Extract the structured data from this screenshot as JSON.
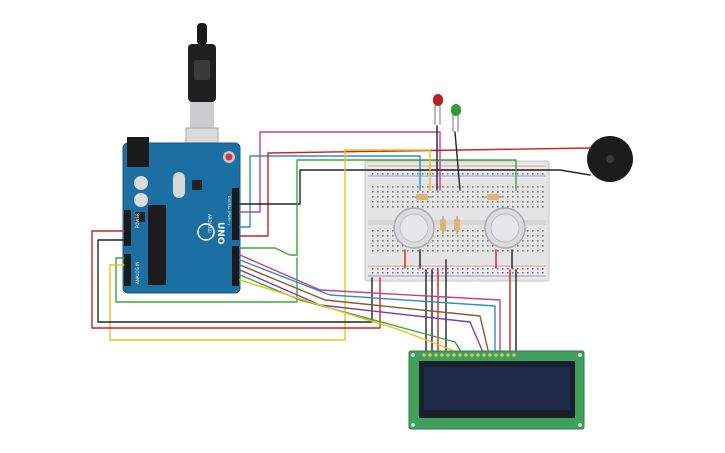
{
  "arduino": {
    "brand": "UNO",
    "maker": "ARDUINO",
    "power_label": "POWER",
    "analog_label": "ANALOG IN",
    "digital_label": "DIGITAL (PWM~)",
    "board_color": "#1b6fa3"
  },
  "wire_colors": {
    "red": "#d32020",
    "black": "#222222",
    "magenta": "#c83c8c",
    "blue": "#2a8fc8",
    "green": "#3aa63a",
    "yellow": "#e8c21c",
    "purple": "#7a3cb0",
    "brown": "#8b5a2b"
  },
  "lcd": {
    "pcb_color": "#3ea05a",
    "screen_color": "#1f2a4a"
  },
  "components": {
    "led_red_color": "#b8201e",
    "led_green_color": "#2f9a3a",
    "buzzer_color": "#1c1c1c",
    "sensor_color": "#d9dbde"
  }
}
